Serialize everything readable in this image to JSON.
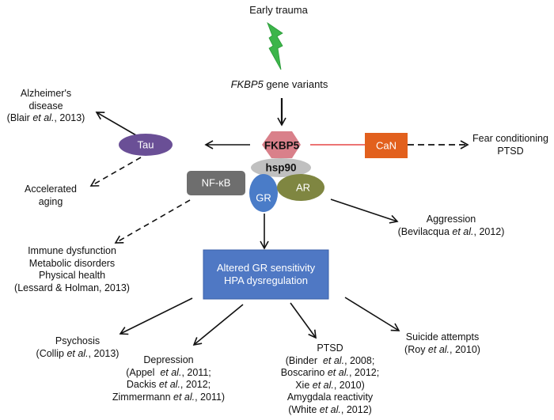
{
  "title_node": "Early trauma",
  "gene": {
    "italic": "FKBP5",
    "rest": " gene variants"
  },
  "nodes": {
    "fkbp5": "FKBP5",
    "hsp90": "hsp90",
    "gr": "GR",
    "ar": "AR",
    "tau": "Tau",
    "nfkb": "NF-κB",
    "can": "CaN",
    "box_line1": "Altered GR sensitivity",
    "box_line2": "HPA dysregulation"
  },
  "colors": {
    "lightning": "#3cb54a",
    "fkbp5": "#d9808a",
    "hsp90": "#c0c0c0",
    "gr": "#4a7cc8",
    "ar": "#7f8641",
    "tau": "#6a4f96",
    "nfkb": "#6e6e6e",
    "can": "#e2601d",
    "box": "#4f78c4",
    "inhibit": "#e02020"
  },
  "outcomes": {
    "alzheimers": {
      "line1": "Alzheimer's",
      "line2": "disease",
      "cite_pre": "(Blair ",
      "cite_it": "et al.",
      "cite_post": ", 2013)"
    },
    "aging": {
      "line1": "Accelerated",
      "line2": "aging"
    },
    "fear": {
      "line1": "Fear conditioning",
      "line2": "PTSD"
    },
    "aggression": {
      "line1": "Aggression",
      "cite_pre": "(Bevilacqua ",
      "cite_it": "et al.",
      "cite_post": ", 2012)"
    },
    "immune": {
      "line1": "Immune dysfunction",
      "line2": "Metabolic disorders",
      "line3": "Physical health",
      "line4": "(Lessard & Holman, 2013)"
    },
    "psychosis": {
      "line1": "Psychosis",
      "cite_pre": "(Collip ",
      "cite_it": "et al.",
      "cite_post": ", 2013)"
    },
    "depression": {
      "line1": "Depression",
      "c1_pre": "(Appel  ",
      "c1_it": "et al.",
      "c1_post": ", 2011;",
      "c2_pre": "Dackis ",
      "c2_it": "et al.",
      "c2_post": ", 2012;",
      "c3_pre": "Zimmermann ",
      "c3_it": "et al.",
      "c3_post": ", 2011)"
    },
    "ptsd": {
      "line1": "PTSD",
      "c1_pre": "(Binder  ",
      "c1_it": "et al.",
      "c1_post": ", 2008;",
      "c2_pre": "Boscarino ",
      "c2_it": "et al.",
      "c2_post": ", 2012;",
      "c3_pre": "Xie ",
      "c3_it": "et al.",
      "c3_post": ", 2010)",
      "line5": "Amygdala reactivity",
      "c4_pre": "(White ",
      "c4_it": "et al.",
      "c4_post": ", 2012)"
    },
    "suicide": {
      "line1": "Suicide attempts",
      "cite_pre": "(Roy ",
      "cite_it": "et al.",
      "cite_post": ", 2010)"
    }
  }
}
